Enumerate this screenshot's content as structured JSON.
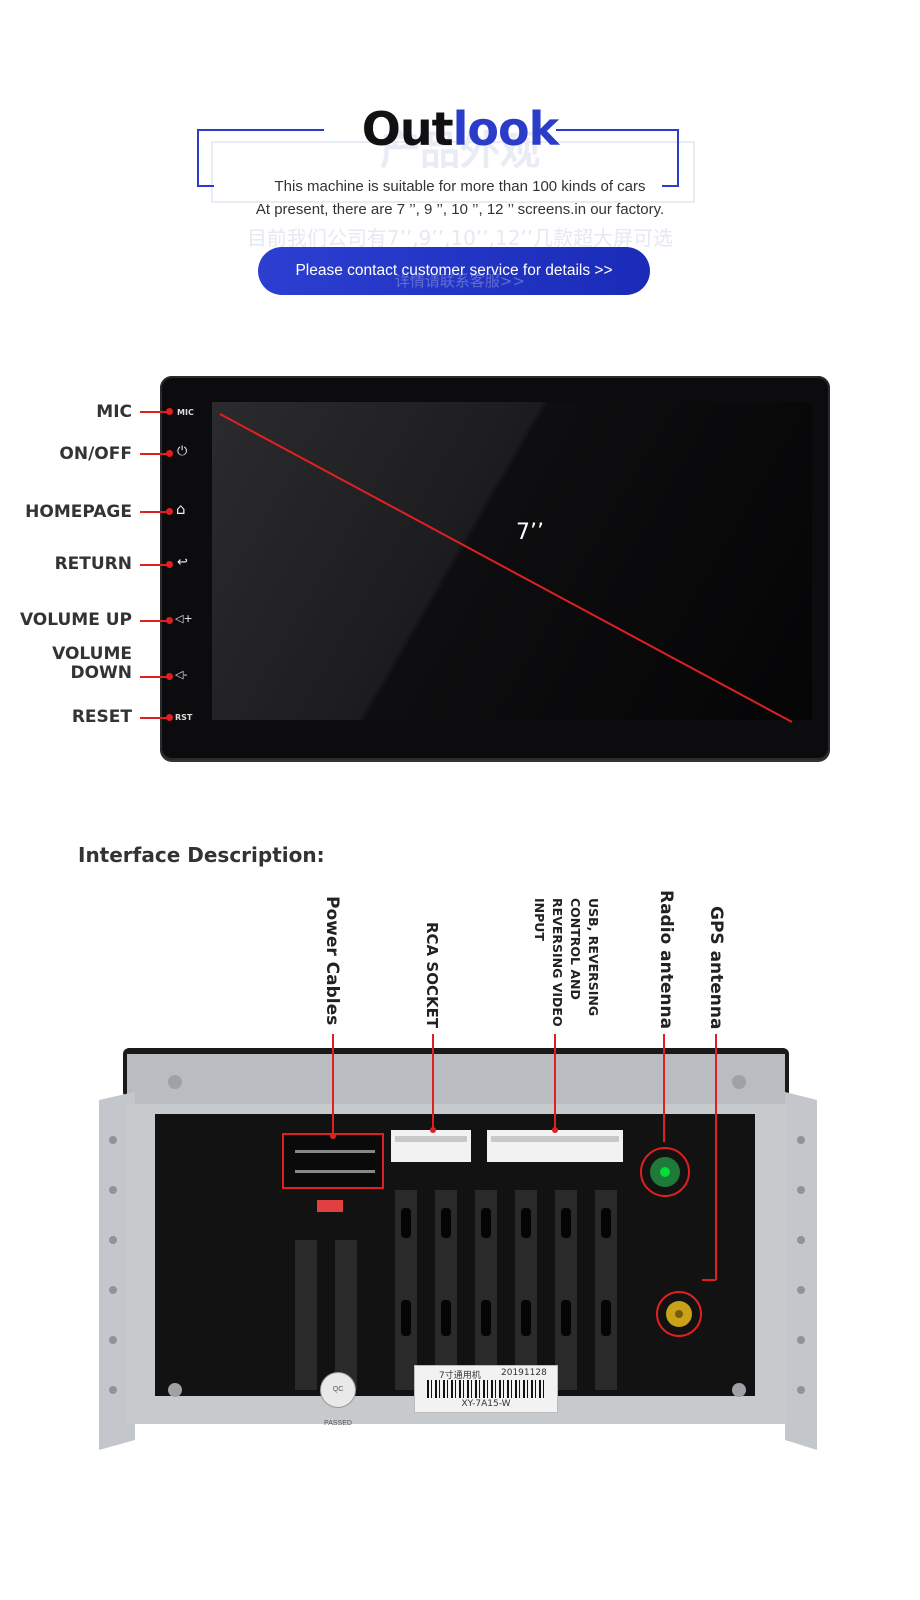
{
  "header": {
    "title_dark": "Out",
    "title_blue": "look",
    "ghost_title": "产品外观",
    "line1": "This machine is suitable for more than 100 kinds of cars",
    "line2": "At present, there are 7 ’’, 9 ’’, 10 ’’, 12 ’’ screens.in our factory.",
    "ghost_line": "目前我们公司有7’’,9’’,10’’,12’’几款超大屏可选",
    "cta": "Please contact customer service for details >>",
    "ghost_cta": "详情请联系客服>>"
  },
  "front": {
    "screen_size": "7’’",
    "buttons": [
      {
        "label": "MIC",
        "icon": "mic-icon",
        "mark": "MIC"
      },
      {
        "label": "ON/OFF",
        "icon": "power-icon",
        "mark": "⏻"
      },
      {
        "label": "HOMEPAGE",
        "icon": "home-icon",
        "mark": "⌂"
      },
      {
        "label": "RETURN",
        "icon": "return-icon",
        "mark": "↩"
      },
      {
        "label": "VOLUME UP",
        "icon": "volume-up-icon",
        "mark": "◁+"
      },
      {
        "label": "VOLUME DOWN",
        "icon": "volume-down-icon",
        "mark": "◁-"
      },
      {
        "label": "RESET",
        "icon": "reset-icon",
        "mark": "RST"
      }
    ]
  },
  "interface": {
    "title": "Interface Description:",
    "ports": [
      {
        "label": "Power Cables"
      },
      {
        "label": "RCA SOCKET"
      },
      {
        "label": "USB, REVERSING CONTROL AND REVERSING VIDEO INPUT"
      },
      {
        "label": "Radio antenna"
      },
      {
        "label": "GPS antenna"
      }
    ],
    "sticker_line1": "7寸通用机",
    "sticker_date": "20191128",
    "sticker_model": "XY-7A15-W",
    "qc_stamp": "QC PASSED",
    "accent": "#e02020",
    "brand_blue": "#2a3cc8"
  }
}
